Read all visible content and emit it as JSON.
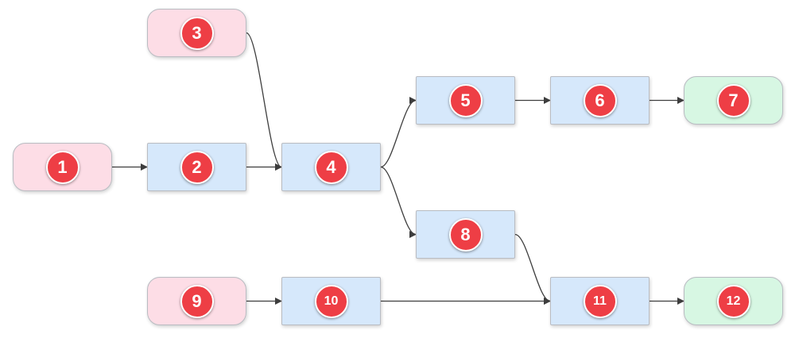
{
  "colors": {
    "process_fill": "#d6e8fb",
    "source_fill": "#fddde6",
    "sink_fill": "#d7f7e3",
    "badge": "#ee3e45",
    "edge": "#3d3d3d"
  },
  "nodes": [
    {
      "id": "1",
      "label": "1",
      "kind": "source"
    },
    {
      "id": "2",
      "label": "2",
      "kind": "process"
    },
    {
      "id": "3",
      "label": "3",
      "kind": "source"
    },
    {
      "id": "4",
      "label": "4",
      "kind": "process"
    },
    {
      "id": "5",
      "label": "5",
      "kind": "process"
    },
    {
      "id": "6",
      "label": "6",
      "kind": "process"
    },
    {
      "id": "7",
      "label": "7",
      "kind": "sink"
    },
    {
      "id": "8",
      "label": "8",
      "kind": "process"
    },
    {
      "id": "9",
      "label": "9",
      "kind": "source"
    },
    {
      "id": "10",
      "label": "10",
      "kind": "process"
    },
    {
      "id": "11",
      "label": "11",
      "kind": "process"
    },
    {
      "id": "12",
      "label": "12",
      "kind": "sink"
    }
  ],
  "edges": [
    {
      "from": "1",
      "to": "2"
    },
    {
      "from": "2",
      "to": "4"
    },
    {
      "from": "3",
      "to": "4"
    },
    {
      "from": "4",
      "to": "5"
    },
    {
      "from": "5",
      "to": "6"
    },
    {
      "from": "6",
      "to": "7"
    },
    {
      "from": "4",
      "to": "8"
    },
    {
      "from": "8",
      "to": "11"
    },
    {
      "from": "9",
      "to": "10"
    },
    {
      "from": "10",
      "to": "11"
    },
    {
      "from": "11",
      "to": "12"
    }
  ]
}
